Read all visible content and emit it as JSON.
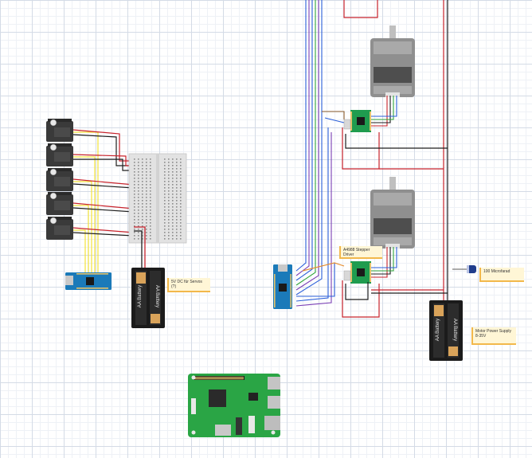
{
  "notes": {
    "servo_supply": "5V DC für Servos (?)",
    "stepper_driver": "A4988 Stepper Driver",
    "capacitor": "100 Microfarad",
    "motor_supply": "Motor Power Supply 8-35V"
  },
  "battery_label": "AA Battery",
  "colors": {
    "wire_red": "#c8232c",
    "wire_black": "#1e1e1e",
    "wire_yellow": "#f2e23a",
    "wire_blue": "#2b5fd9",
    "wire_green": "#2fa43a",
    "wire_brown": "#8a5a2b",
    "wire_purple": "#7a3fb5",
    "wire_orange": "#e58a2a",
    "arduino": "#1b7ab9",
    "driver_board": "#1f9c4f",
    "raspberry_pi": "#2aa545",
    "note_bg": "#fff6d6",
    "note_border": "#f2b84b"
  }
}
